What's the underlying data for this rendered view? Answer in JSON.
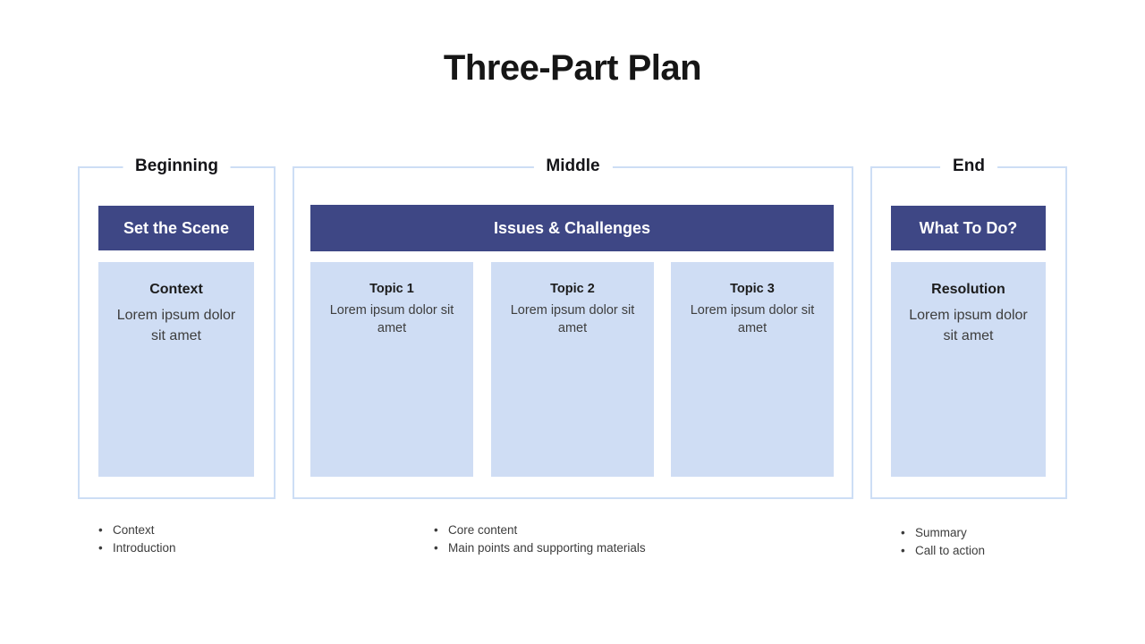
{
  "slide": {
    "title": "Three-Part Plan",
    "colors": {
      "dark_blue": "#3e4785",
      "light_blue": "#cfddf4",
      "border_blue": "#cddef5"
    },
    "sections": [
      {
        "label": "Beginning",
        "header": "Set the Scene",
        "boxes": [
          {
            "title": "Context",
            "body": "Lorem ipsum dolor sit amet"
          }
        ],
        "bullets": [
          "Context",
          "Introduction"
        ]
      },
      {
        "label": "Middle",
        "header": "Issues & Challenges",
        "boxes": [
          {
            "title": "Topic 1",
            "body": "Lorem ipsum dolor sit amet"
          },
          {
            "title": "Topic 2",
            "body": "Lorem ipsum dolor sit amet"
          },
          {
            "title": "Topic 3",
            "body": "Lorem ipsum dolor sit amet"
          }
        ],
        "bullets": [
          "Core content",
          "Main points and supporting materials"
        ]
      },
      {
        "label": "End",
        "header": "What To Do?",
        "boxes": [
          {
            "title": "Resolution",
            "body": "Lorem ipsum dolor sit amet"
          }
        ],
        "bullets": [
          "Summary",
          "Call to action"
        ]
      }
    ]
  }
}
